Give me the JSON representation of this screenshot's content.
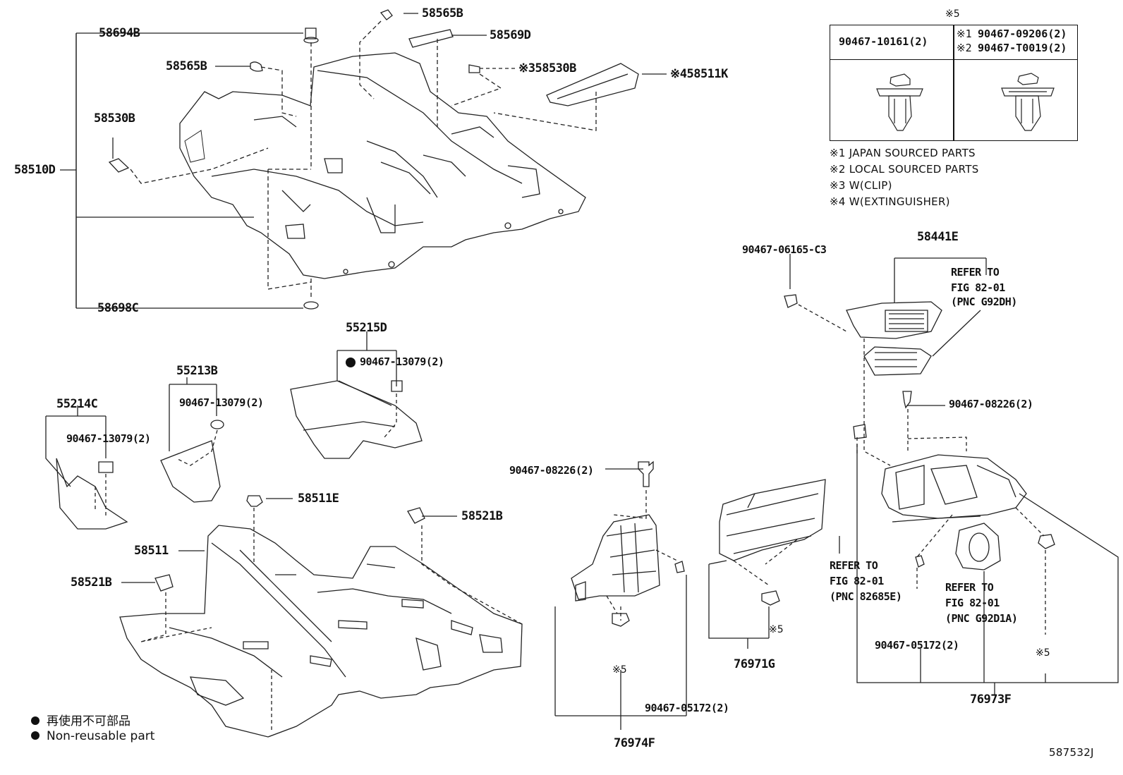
{
  "diagram": {
    "code": "587532J",
    "legend": {
      "jp": "再使用不可部品",
      "en": "Non-reusable part"
    },
    "clip_table": {
      "header_mark": "※5",
      "left_part": "90467-10161(2)",
      "right_part_1_mark": "※1",
      "right_part_1": "90467-09206(2)",
      "right_part_2_mark": "※2",
      "right_part_2": "90467-T0019(2)"
    },
    "notes": [
      "※1 JAPAN SOURCED PARTS",
      "※2 LOCAL SOURCED PARTS",
      "※3 W(CLIP)",
      "※4 W(EXTINGUISHER)"
    ],
    "labels": {
      "p58694B": "58694B",
      "p58565B_top": "58565B",
      "p58569D": "58569D",
      "p58565B_left": "58565B",
      "p58530B_right": "※358530B",
      "p58511K": "※458511K",
      "p58530B_left": "58530B",
      "p58510D": "58510D",
      "p58698C": "58698C",
      "p55215D": "55215D",
      "p90467_13079_a": "90467-13079(2)",
      "p55213B": "55213B",
      "p90467_13079_b": "90467-13079(2)",
      "p55214C": "55214C",
      "p90467_13079_c": "90467-13079(2)",
      "p58511E": "58511E",
      "p58521B_right": "58521B",
      "p58511": "58511",
      "p58521B_left": "58521B",
      "p90467_06165": "90467-06165-C3",
      "p58441E": "58441E",
      "ref1_a": "REFER TO",
      "ref1_b": "FIG 82-01",
      "ref1_c": "(PNC G92DH)",
      "p90467_08226_a": "90467-08226(2)",
      "p90467_08226_b": "90467-08226(2)",
      "ref2_a": "REFER TO",
      "ref2_b": "FIG 82-01",
      "ref2_c": "(PNC 82685E)",
      "ref3_a": "REFER TO",
      "ref3_b": "FIG 82-01",
      "ref3_c": "(PNC G92D1A)",
      "p90467_05172_a": "90467-05172(2)",
      "p90467_05172_b": "90467-05172(2)",
      "mark5_a": "※5",
      "mark5_b": "※5",
      "mark5_c": "※5",
      "p76971G": "76971G",
      "p76974F": "76974F",
      "p76973F": "76973F"
    }
  }
}
